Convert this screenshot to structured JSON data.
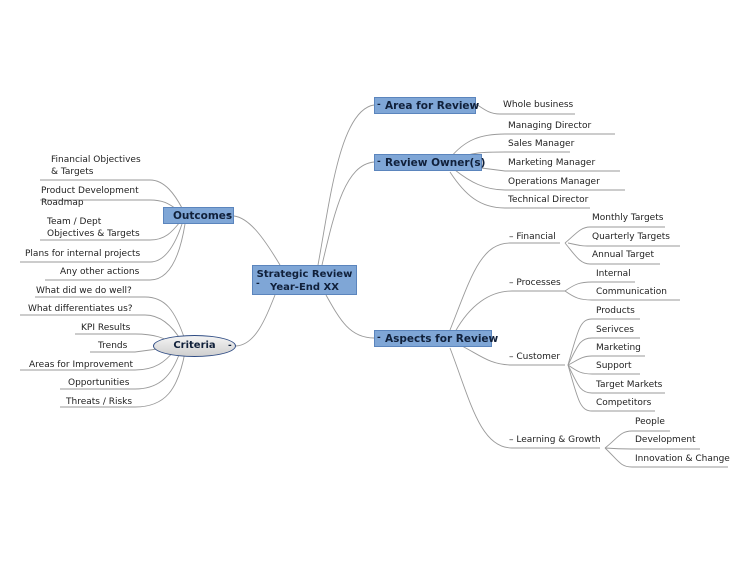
{
  "central": {
    "line1": "Strategic Review",
    "line2": "Year-End XX"
  },
  "outcomes": {
    "label": "Outcomes",
    "items": [
      "Financial Objectives\n& Targets",
      "Product Development\nRoadmap",
      "Team / Dept\nObjectives & Targets",
      "Plans for internal projects",
      "Any other actions"
    ]
  },
  "criteria": {
    "label": "Criteria",
    "items": [
      "What did we do well?",
      "What differentiates us?",
      "KPI Results",
      "Trends",
      "Areas for Improvement",
      "Opportunities",
      "Threats / Risks"
    ]
  },
  "area": {
    "label": "Area for Review",
    "items": [
      "Whole business"
    ]
  },
  "owner": {
    "label": "Review Owner(s)",
    "items": [
      "Managing Director",
      "Sales Manager",
      "Marketing Manager",
      "Operations Manager",
      "Technical Director"
    ]
  },
  "aspects": {
    "label": "Aspects for Review",
    "financial": {
      "label": "Financial",
      "items": [
        "Monthly Targets",
        "Quarterly Targets",
        "Annual Target"
      ]
    },
    "processes": {
      "label": "Processes",
      "items": [
        "Internal",
        "Communication"
      ]
    },
    "customer": {
      "label": "Customer",
      "items": [
        "Products",
        "Serivces",
        "Marketing",
        "Support",
        "Target Markets",
        "Competitors"
      ]
    },
    "learning": {
      "label": "Learning & Growth",
      "items": [
        "People",
        "Development",
        "Innovation & Change"
      ]
    }
  },
  "colors": {
    "topic": "#7fa6d6",
    "topic_border": "#5b85bd",
    "line": "#9a9a9a",
    "criteria_border": "#2e4b83"
  }
}
